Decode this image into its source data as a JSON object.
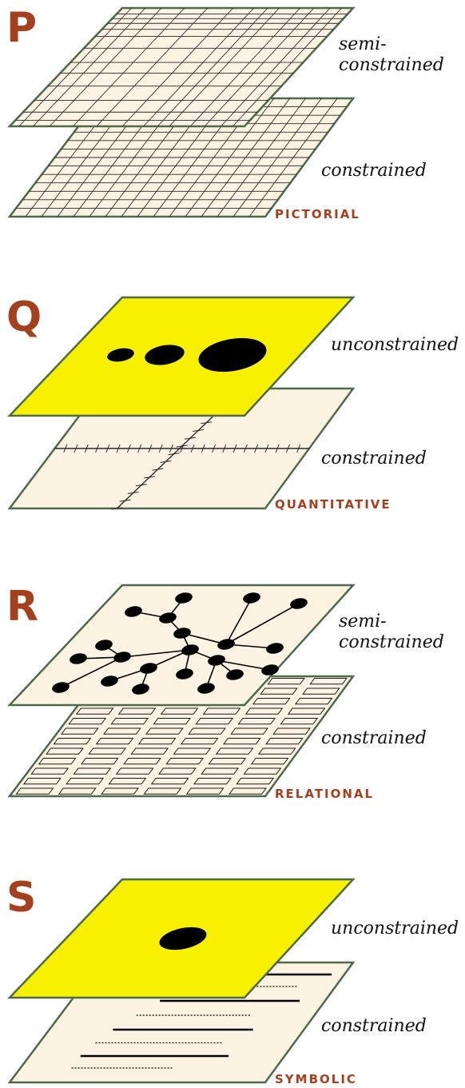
{
  "colors": {
    "accent": "#a5401f",
    "plane_fill": "#fdf3e3",
    "plane_fill_yellow": "#f7f000",
    "plane_edge": "#4d6b4a",
    "mark": "#000000"
  },
  "panels": [
    {
      "letter": "P",
      "category": "PICTORIAL",
      "upper_label": [
        "semi-",
        "constrained"
      ],
      "lower_label": [
        "constrained"
      ],
      "upper_plane": "irregular-grid",
      "lower_plane": "regular-grid"
    },
    {
      "letter": "Q",
      "category": "QUANTITATIVE",
      "upper_label": [
        "unconstrained"
      ],
      "lower_label": [
        "constrained"
      ],
      "upper_plane": "yellow-three-blobs",
      "lower_plane": "ticked-axes"
    },
    {
      "letter": "R",
      "category": "RELATIONAL",
      "upper_label": [
        "semi-",
        "constrained"
      ],
      "lower_label": [
        "constrained"
      ],
      "upper_plane": "node-link-tree",
      "lower_plane": "box-array"
    },
    {
      "letter": "S",
      "category": "SYMBOLIC",
      "upper_label": [
        "unconstrained"
      ],
      "lower_label": [
        "constrained"
      ],
      "upper_plane": "yellow-one-blob",
      "lower_plane": "text-lines"
    }
  ]
}
